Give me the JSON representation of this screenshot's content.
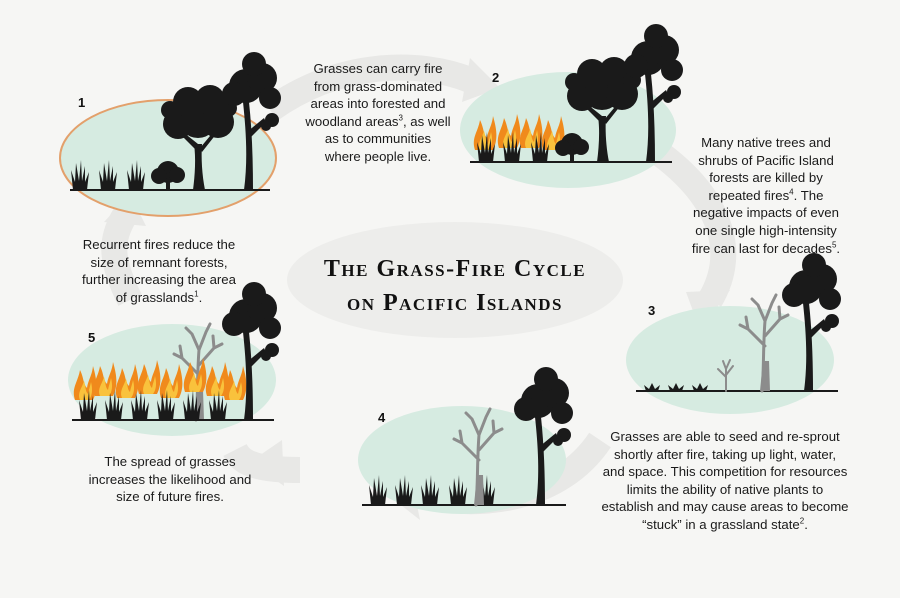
{
  "title": {
    "line1": "The Grass-Fire Cycle",
    "line2": "on Pacific Islands"
  },
  "steps": [
    {
      "number": "1",
      "scene": "grass-beside-forest"
    },
    {
      "number": "2",
      "scene": "grass-fire-at-forest-edge"
    },
    {
      "number": "3",
      "scene": "burned-trees"
    },
    {
      "number": "4",
      "scene": "grass-resprouting"
    },
    {
      "number": "5",
      "scene": "larger-grass-fire"
    }
  ],
  "texts": {
    "t1": {
      "a": "Grasses can carry fire",
      "b": "from grass-dominated",
      "c": "areas into forested and",
      "d": "woodland areas",
      "sup": "3",
      "e": ", as well",
      "f": "as to communities",
      "g": "where people live."
    },
    "t2": {
      "a": "Many native trees and",
      "b": "shrubs of Pacific Island",
      "c": "forests are killed by",
      "d": "repeated fires",
      "sup1": "4",
      "e": ". The",
      "f": "negative impacts of even",
      "g": "one single high-intensity",
      "h": "fire can last for decades",
      "sup2": "5",
      "i": "."
    },
    "t3": {
      "a": "Grasses are able to seed and re-sprout",
      "b": "shortly after fire, taking up light, water,",
      "c": "and space. This competition for resources",
      "d": "limits the ability of native plants to",
      "e": "establish and may cause areas to become",
      "f": "“stuck” in a grassland state",
      "sup": "2",
      "g": "."
    },
    "t4": {
      "a": "The spread of grasses",
      "b": "increases the likelihood and",
      "c": "size of future fires."
    },
    "t5": {
      "a": "Recurrent fires reduce the",
      "b": "size of remnant forests,",
      "c": "further increasing the area",
      "d": "of grasslands",
      "sup": "1",
      "e": "."
    }
  },
  "colors": {
    "ellipse_fill": "#d6ebe1",
    "ellipse_stroke": "#e3a06b",
    "cycle_arrow": "#e8e8e6",
    "silhouette": "#1a1a1a",
    "dead_tree": "#8c8c8c",
    "flame_outer": "#f08a1c",
    "flame_inner": "#f9c23c"
  }
}
